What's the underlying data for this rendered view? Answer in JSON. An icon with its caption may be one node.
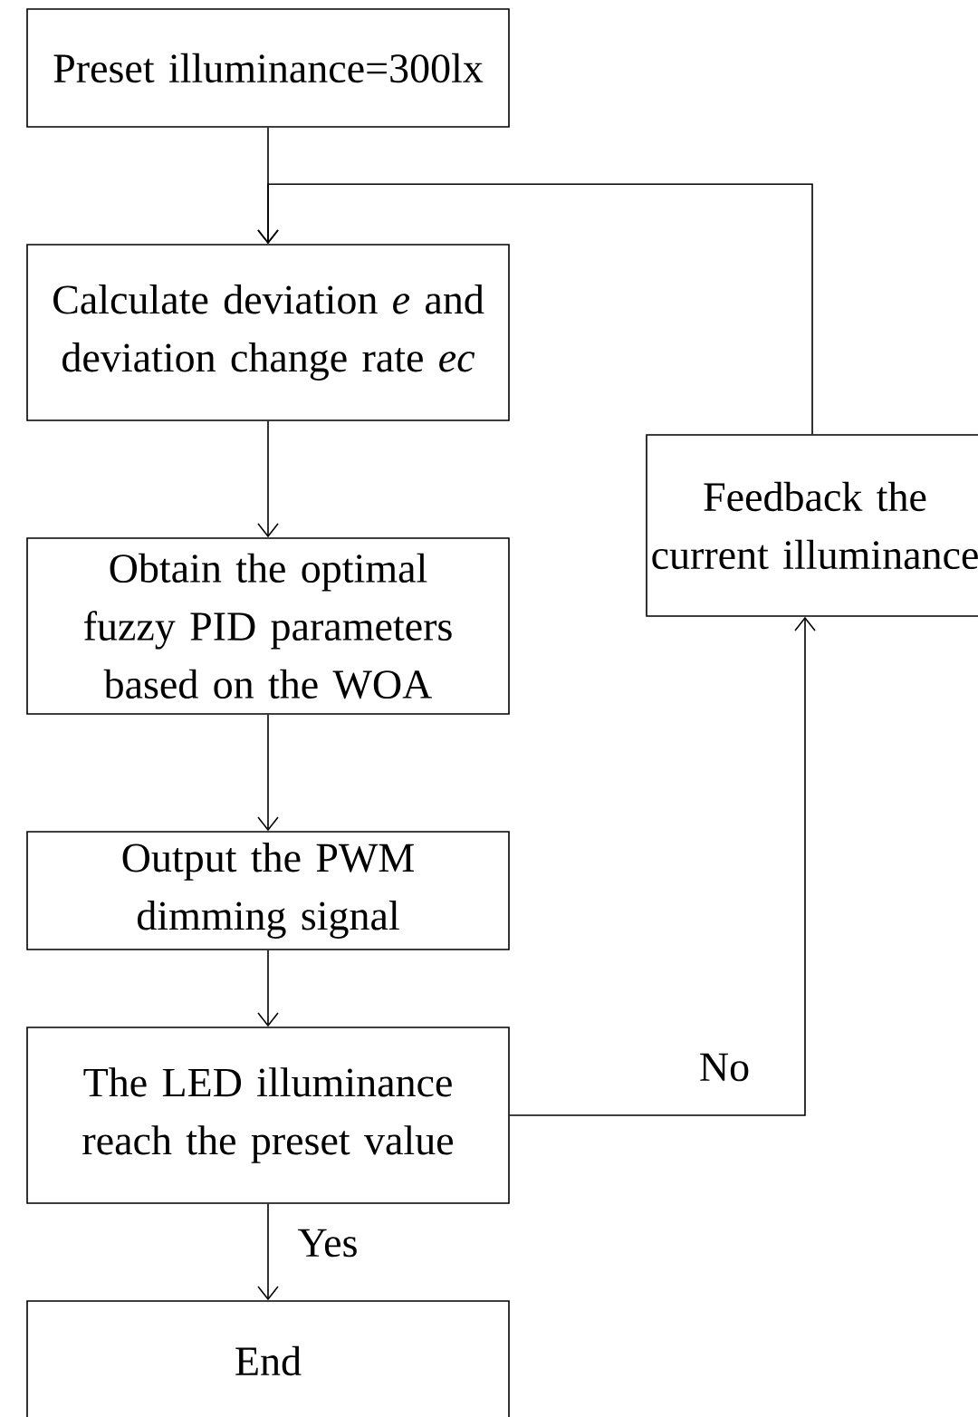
{
  "diagram": {
    "nodes": [
      {
        "text": [
          "Preset illuminance=300lx"
        ]
      },
      {
        "text": [
          "Calculate deviation *e* and deviation change rate *ec*"
        ]
      },
      {
        "text": [
          "Obtain the optimal fuzzy PID parameters based on the WOA"
        ]
      },
      {
        "text": [
          "Output the PWM dimming signal"
        ]
      },
      {
        "text": [
          "The LED illuminance reach the preset value"
        ]
      },
      {
        "text": [
          "End"
        ]
      },
      {
        "text": [
          "Feedback the current illuminance"
        ]
      }
    ],
    "edges": [
      {
        "from": 0,
        "to": 1,
        "arrow": "to"
      },
      {
        "from": 1,
        "to": 2,
        "arrow": "to"
      },
      {
        "from": 2,
        "to": 3,
        "arrow": "to"
      },
      {
        "from": 3,
        "to": 4,
        "arrow": "to"
      },
      {
        "from": 4,
        "to": 5,
        "arrow": "to",
        "label": "Yes"
      },
      {
        "from": 4,
        "to": 6,
        "arrow": "to",
        "label": "No"
      },
      {
        "from": 6,
        "to": 1,
        "arrow": "to"
      }
    ]
  }
}
